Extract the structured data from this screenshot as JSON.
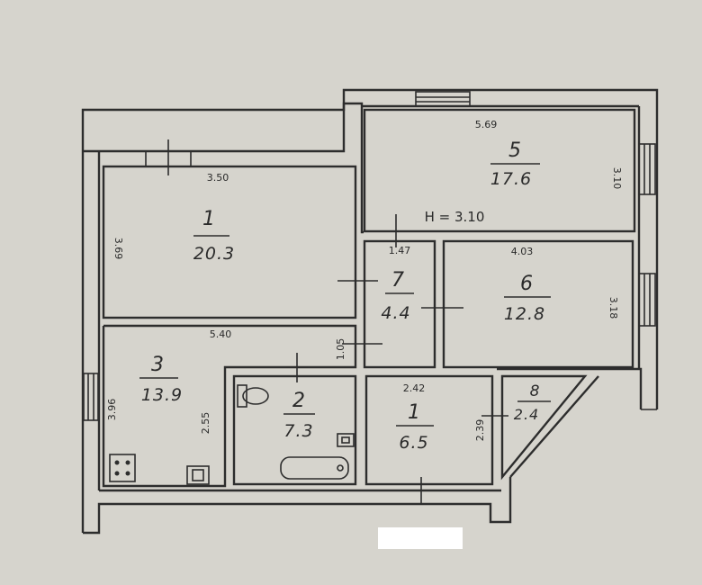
{
  "height_note": "H = 3.10",
  "colors": {
    "paper": "#d6d4cd",
    "ink": "#2d2d2d"
  },
  "rooms": [
    {
      "number": "1",
      "area": "20.3",
      "width_dim": "3.50",
      "depth_dim": "3.69"
    },
    {
      "number": "5",
      "area": "17.6",
      "width_dim": "5.69",
      "depth_dim": "3.10"
    },
    {
      "number": "7",
      "area": "4.4",
      "width_dim": "1.47",
      "depth_dim": "1.05"
    },
    {
      "number": "6",
      "area": "12.8",
      "width_dim": "4.03",
      "depth_dim": "3.18"
    },
    {
      "number": "3",
      "area": "13.9",
      "width_dim": "5.40",
      "depth_dim": "3.96",
      "extra_dim": "2.55"
    },
    {
      "number": "2",
      "area": "7.3"
    },
    {
      "number": "1",
      "area": "6.5",
      "width_dim": "2.42",
      "depth_dim": "2.39"
    },
    {
      "number": "8",
      "area": "2.4"
    }
  ]
}
